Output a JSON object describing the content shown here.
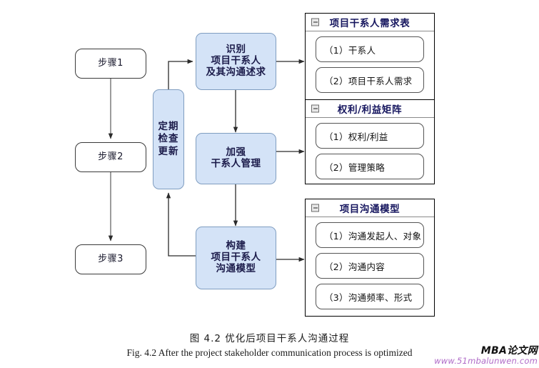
{
  "figure": {
    "caption_cn": "图 4.2   优化后项目干系人沟通过程",
    "caption_en": "Fig. 4.2    After the project stakeholder communication process is optimized"
  },
  "watermark": {
    "brand": "MBA论文网",
    "url": "www.51mbalunwen.com",
    "brand_color": "#111111",
    "url_color": "#b06cc8"
  },
  "colors": {
    "blue_fill": "#d4e3f7",
    "blue_border": "#7f9dc0",
    "title_color": "#15155e",
    "line_color": "#333333"
  },
  "steps": [
    {
      "label": "步骤1"
    },
    {
      "label": "步骤2"
    },
    {
      "label": "步骤3"
    }
  ],
  "loop_box": {
    "lines": [
      "定期",
      "检查",
      "更新"
    ]
  },
  "process": [
    {
      "lines": [
        "识别",
        "项目干系人",
        "及其沟通述求"
      ]
    },
    {
      "lines": [
        "加强",
        "干系人管理"
      ]
    },
    {
      "lines": [
        "构建",
        "项目干系人",
        "沟通模型"
      ]
    }
  ],
  "panels": [
    {
      "title": "项目干系人需求表",
      "icon": "collapse-minus-icon",
      "items": [
        "（1）干系人",
        "（2）项目干系人需求"
      ]
    },
    {
      "title": "权利/利益矩阵",
      "icon": "collapse-minus-icon",
      "items": [
        "（1）权利/利益",
        "（2）管理策略"
      ]
    },
    {
      "title": "项目沟通模型",
      "icon": "collapse-minus-icon",
      "items": [
        "（1）沟通发起人、对象",
        "（2）沟通内容",
        "（3）沟通频率、形式"
      ]
    }
  ]
}
